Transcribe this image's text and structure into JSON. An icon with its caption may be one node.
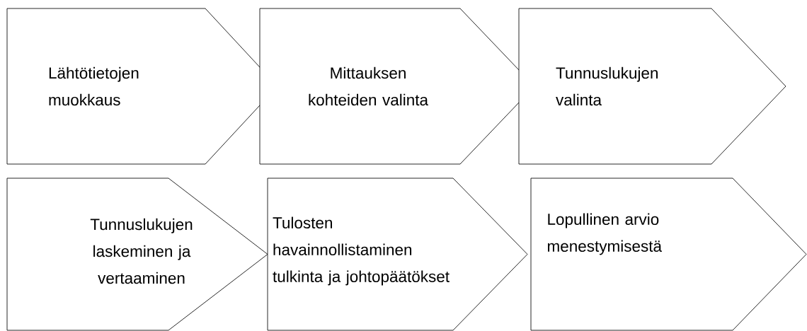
{
  "diagram": {
    "nodes": [
      {
        "text": [
          "Lähtötietojen muokkaus"
        ]
      },
      {
        "text": [
          "Mittauksen kohteiden valinta"
        ]
      },
      {
        "text": [
          "Tunnuslukujen valinta"
        ]
      },
      {
        "text": [
          "Tunnuslukujen laskeminen ja vertaaminen"
        ]
      },
      {
        "text": [
          "Tulosten havainnollistaminen tulkinta ja johtopäätökset"
        ]
      },
      {
        "text": [
          "Lopullinen arvio menestymisestä"
        ]
      }
    ]
  }
}
